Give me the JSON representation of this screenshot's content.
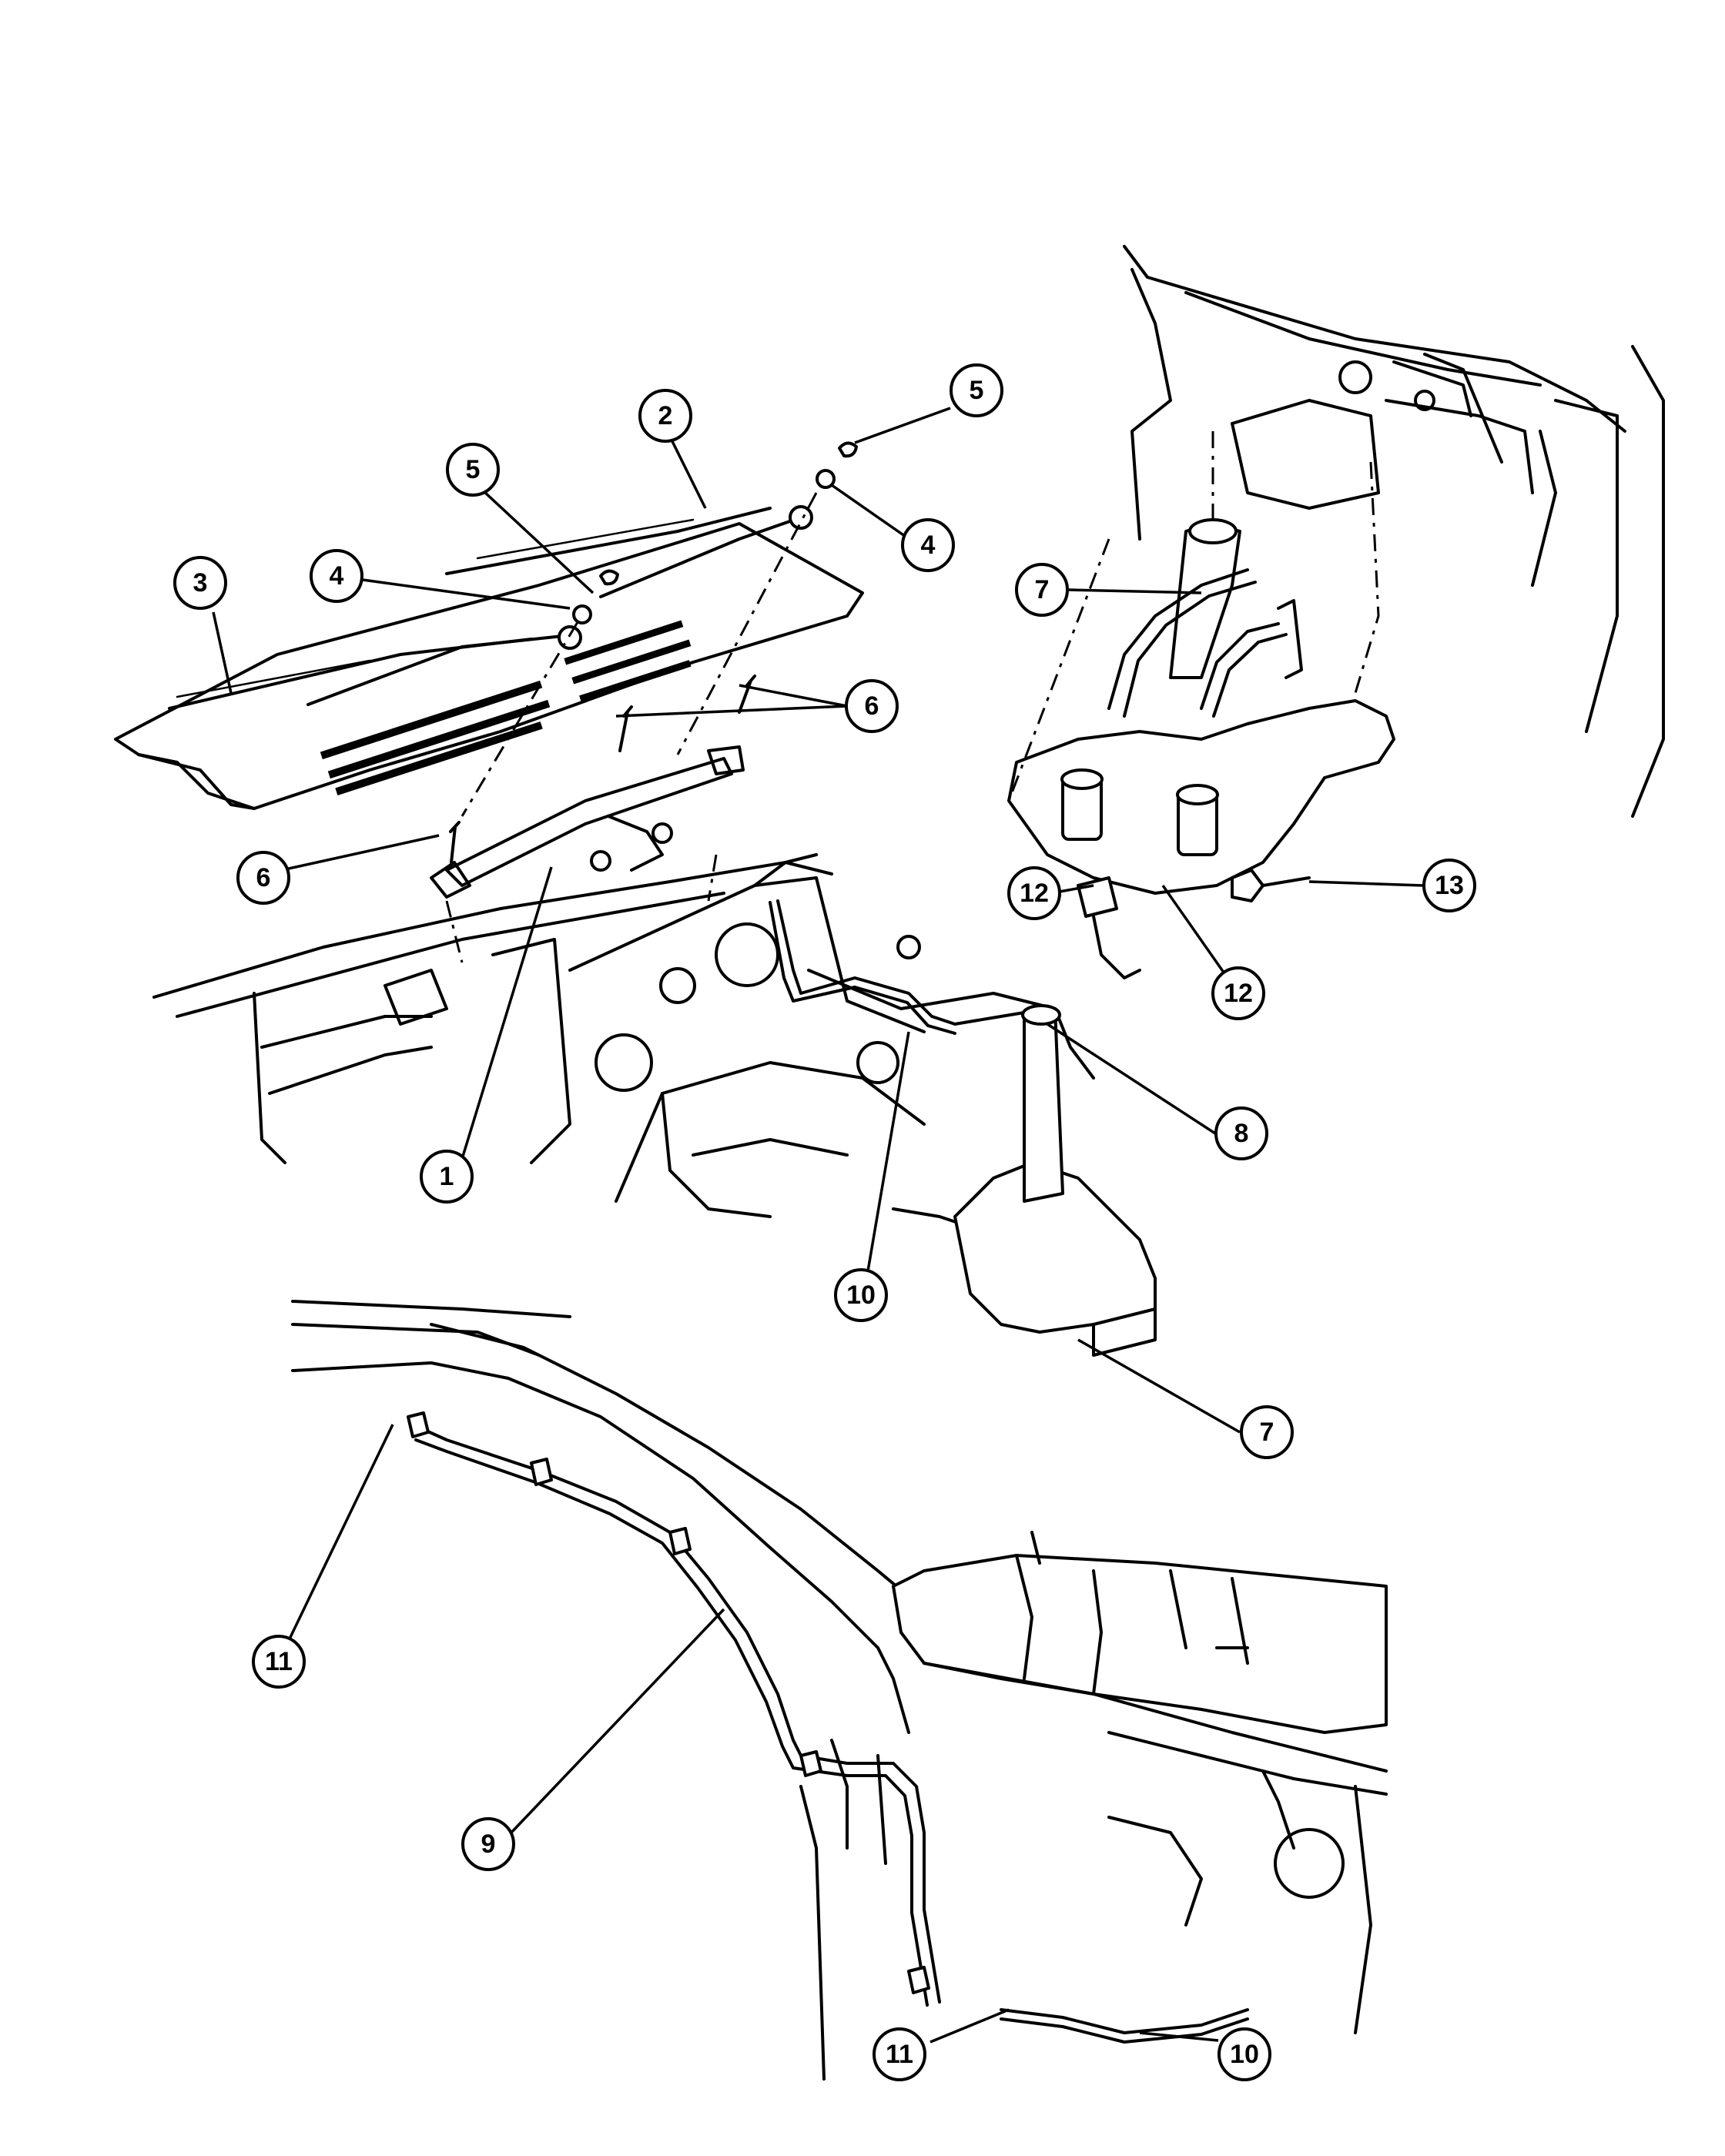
{
  "callouts": [
    {
      "id": "c1",
      "label": "1"
    },
    {
      "id": "c2",
      "label": "2"
    },
    {
      "id": "c3",
      "label": "3"
    },
    {
      "id": "c4a",
      "label": "4"
    },
    {
      "id": "c4b",
      "label": "4"
    },
    {
      "id": "c5a",
      "label": "5"
    },
    {
      "id": "c5b",
      "label": "5"
    },
    {
      "id": "c6a",
      "label": "6"
    },
    {
      "id": "c6b",
      "label": "6"
    },
    {
      "id": "c7a",
      "label": "7"
    },
    {
      "id": "c7b",
      "label": "7"
    },
    {
      "id": "c8",
      "label": "8"
    },
    {
      "id": "c9",
      "label": "9"
    },
    {
      "id": "c10a",
      "label": "10"
    },
    {
      "id": "c10b",
      "label": "10"
    },
    {
      "id": "c11a",
      "label": "11"
    },
    {
      "id": "c11b",
      "label": "11"
    },
    {
      "id": "c12a",
      "label": "12"
    },
    {
      "id": "c12b",
      "label": "12"
    },
    {
      "id": "c13",
      "label": "13"
    }
  ]
}
